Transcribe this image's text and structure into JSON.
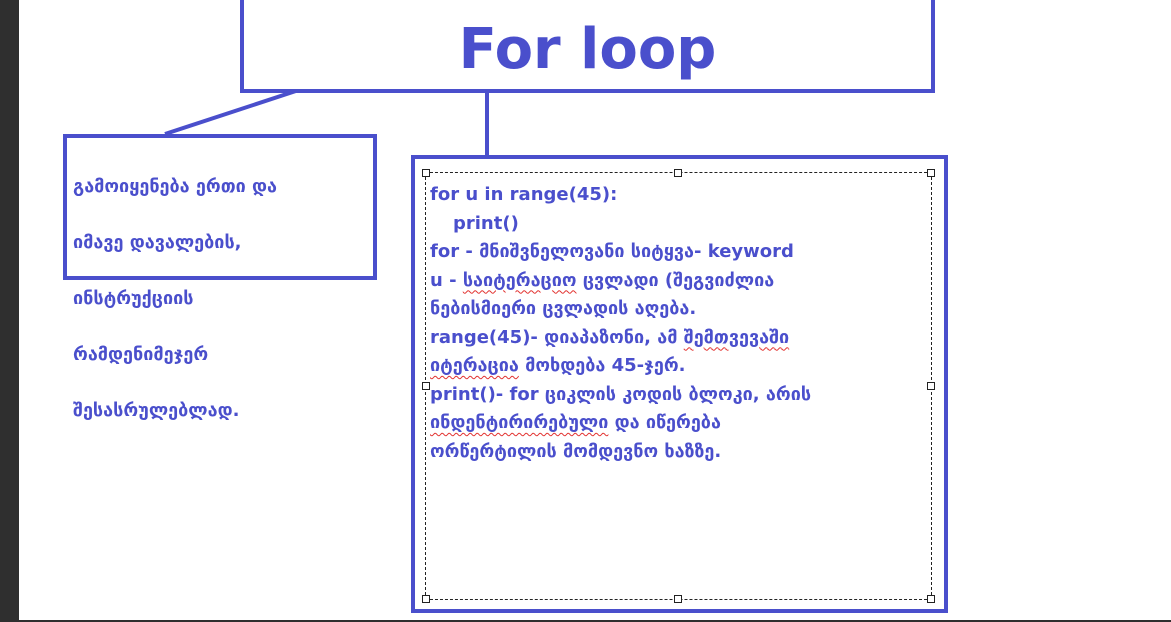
{
  "title": "For loop",
  "note": {
    "lines": [
      "გამოიყენება ერთი და",
      "იმავე დავალების,",
      "ინსტრუქციის",
      "რამდენიმეჯერ",
      "შესასრულებლად."
    ]
  },
  "code_box": {
    "line1": "for u in range(45):",
    "line2": "print()",
    "line3": "for - მნიშვნელოვანი სიტყვა- keyword",
    "line4_prefix": "u - ",
    "line4_spell": "საიტერაციო",
    "line4_suffix": " ცვლადი (შეგვიძლია",
    "line5": "ნებისმიერი ცვლადის აღება.",
    "line6_prefix": "range(45)- დიაპაზონი, ამ ",
    "line6_spell": "შემთვევაში",
    "line7_spell": "იტერაცია",
    "line7_suffix": " მოხდება 45-ჯერ.",
    "line8": "print()- for ციკლის კოდის ბლოკი, არის",
    "line9_spell": "ინდენტირირებული",
    "line9_suffix": " და იწერება",
    "line10": "ორწერტილის მომდევნო ხაზზე."
  },
  "colors": {
    "accent": "#4a4fcc",
    "spellcheck": "#e2312f",
    "frame": "#2f2f2f"
  }
}
